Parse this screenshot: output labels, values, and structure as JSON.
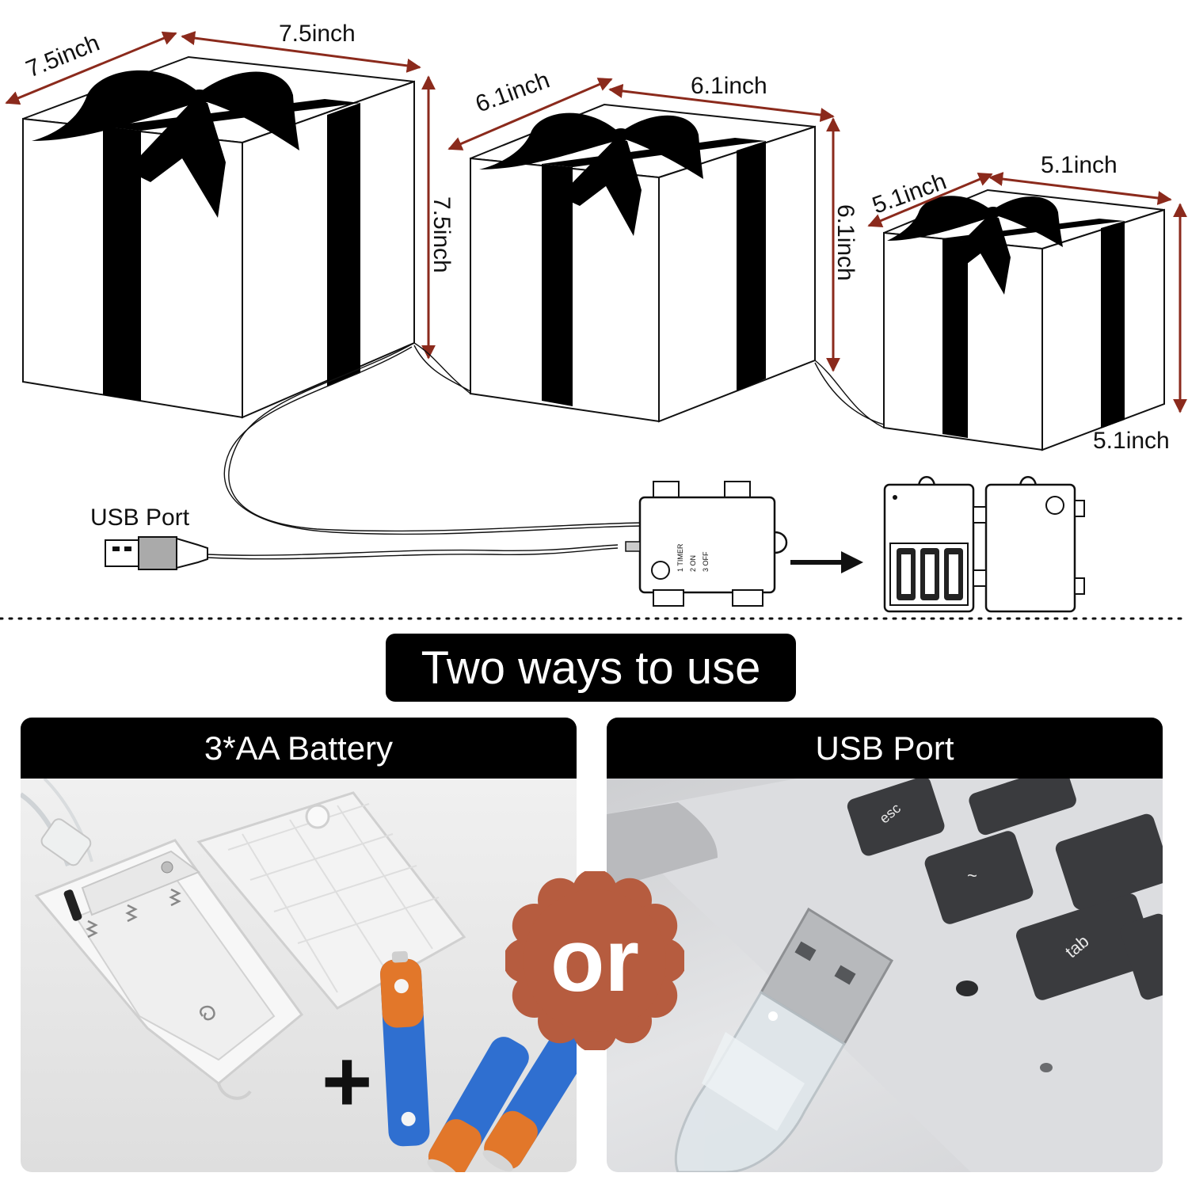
{
  "dimensions": {
    "large": {
      "depth": "7.5inch",
      "width": "7.5inch",
      "height": "7.5inch"
    },
    "medium": {
      "depth": "6.1inch",
      "width": "6.1inch",
      "height": "6.1inch"
    },
    "small": {
      "depth": "5.1inch",
      "width": "5.1inch",
      "height": "5.1inch"
    }
  },
  "usb_label": "USB Port",
  "switch_modes": [
    "1 TIMER",
    "2 ON",
    "3 OFF"
  ],
  "headline": "Two ways to use",
  "options": {
    "battery": {
      "title": "3*AA Battery",
      "plus": "+"
    },
    "usb": {
      "title": "USB Port",
      "keys": [
        "esc",
        "~",
        "tab"
      ]
    }
  },
  "or_text": "or",
  "colors": {
    "dimension_arrow": "#8b2a1c",
    "or_badge": "#b65c3f",
    "banner": "#000000",
    "battery_blue": "#2f6fd0",
    "battery_orange": "#e2772a"
  }
}
